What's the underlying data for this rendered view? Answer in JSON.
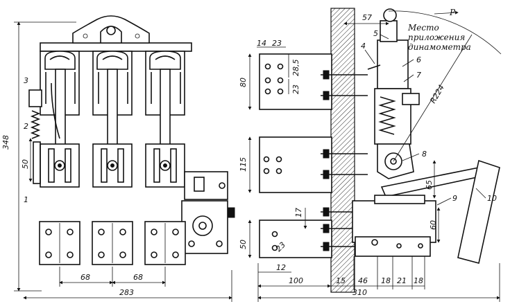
{
  "left_view": {
    "dims": {
      "height_total": "348",
      "pitch_1": "68",
      "pitch_2": "68",
      "width_total": "283",
      "side_50": "50"
    },
    "callouts": [
      "1",
      "2",
      "3"
    ]
  },
  "right_view": {
    "dims": {
      "top_57": "57",
      "d14": "14",
      "d23": "23",
      "d28_5": "28,5",
      "d23_v": "23",
      "d80": "80",
      "d115": "115",
      "d50": "50",
      "d17": "17",
      "d23_diag": "23",
      "d12": "12",
      "d65": "65",
      "d60": "60",
      "radius": "R224",
      "b100": "100",
      "b15": "15",
      "b46": "46",
      "b18a": "18",
      "b21": "21",
      "b18b": "18",
      "width_total": "310"
    },
    "force_label": "P",
    "note_lines": [
      "Место",
      "приложения",
      "динамометра"
    ],
    "callouts": [
      "4",
      "5",
      "6",
      "7",
      "8",
      "9",
      "10"
    ]
  }
}
